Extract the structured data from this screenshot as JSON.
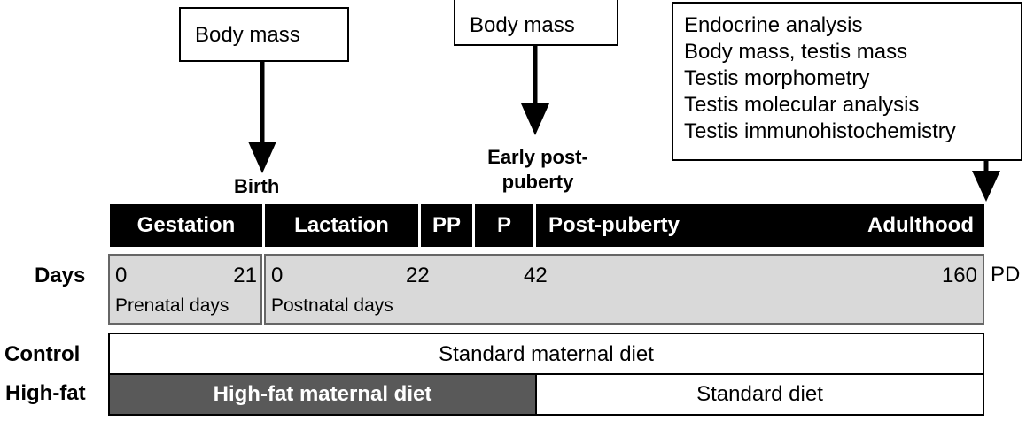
{
  "annotations": {
    "box1": "Body mass",
    "box2": "Body mass",
    "box3": [
      "Endocrine analysis",
      "Body mass, testis mass",
      "Testis morphometry",
      "Testis molecular analysis",
      "Testis immunohistochemistry"
    ]
  },
  "events": {
    "birth": "Birth",
    "early_post_puberty": [
      "Early post-",
      "puberty"
    ]
  },
  "phases": {
    "gestation": "Gestation",
    "lactation": "Lactation",
    "pp": "PP",
    "p": "P",
    "post_puberty": "Post-puberty",
    "adulthood": "Adulthood"
  },
  "days": {
    "label": "Days",
    "unit": "PD",
    "prenatal": {
      "start": "0",
      "end": "21",
      "caption": "Prenatal days"
    },
    "postnatal": {
      "start": "0",
      "d22": "22",
      "d42": "42",
      "d160": "160",
      "caption": "Postnatal days"
    }
  },
  "groups": {
    "control": {
      "label": "Control",
      "diet": "Standard maternal diet"
    },
    "high_fat": {
      "label": "High-fat",
      "diet_a": "High-fat maternal diet",
      "diet_b": "Standard diet"
    }
  },
  "colors": {
    "phase_bar": "#000000",
    "timeline": "#d9d9d9",
    "high_fat_fill": "#595959"
  }
}
